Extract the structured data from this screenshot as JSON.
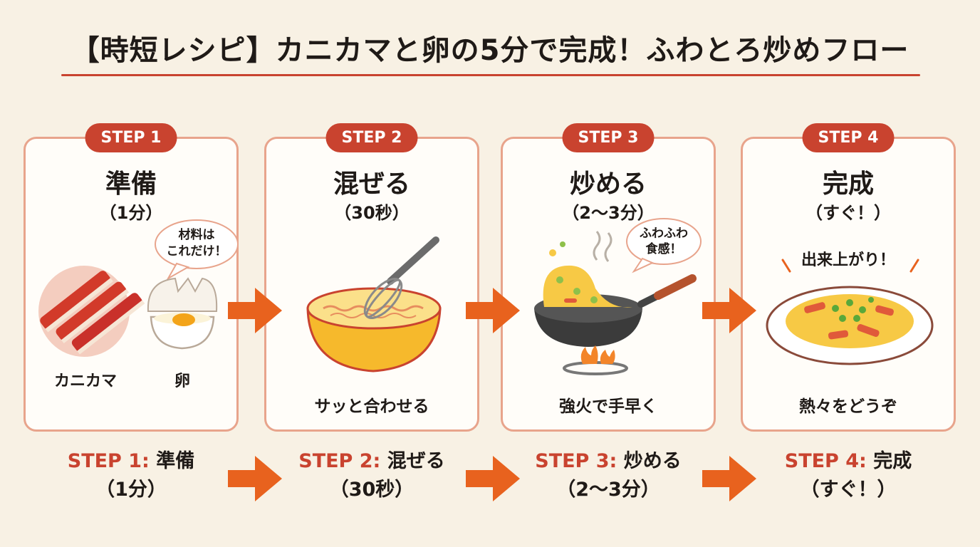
{
  "title": "【時短レシピ】カニカマと卵の5分で完成！ふわとろ炒めフロー",
  "steps": [
    {
      "pill": "STEP 1",
      "title": "準備",
      "time": "（1分）",
      "caption": "",
      "bubble": [
        "材料は",
        "これだけ！"
      ],
      "labels": [
        "カニカマ",
        "卵"
      ],
      "bottom_step": "STEP 1:",
      "bottom_title": "準備",
      "bottom_time": "（1分）"
    },
    {
      "pill": "STEP 2",
      "title": "混ぜる",
      "time": "（30秒）",
      "caption": "サッと合わせる",
      "bottom_step": "STEP 2:",
      "bottom_title": "混ぜる",
      "bottom_time": "（30秒）"
    },
    {
      "pill": "STEP 3",
      "title": "炒める",
      "time": "（2〜3分）",
      "caption": "強火で手早く",
      "bubble": [
        "ふわふわ",
        "食感！"
      ],
      "bottom_step": "STEP 3:",
      "bottom_title": "炒める",
      "bottom_time": "（2〜3分）"
    },
    {
      "pill": "STEP 4",
      "title": "完成",
      "time": "（すぐ！）",
      "caption": "熱々をどうぞ",
      "exclaim": "出来上がり！",
      "bottom_step": "STEP 4:",
      "bottom_title": "完成",
      "bottom_time": "（すぐ！）"
    }
  ],
  "colors": {
    "accent": "#c9432f",
    "arrow": "#e8621e",
    "card_border": "#e8a48c",
    "background": "#f8f1e4"
  }
}
